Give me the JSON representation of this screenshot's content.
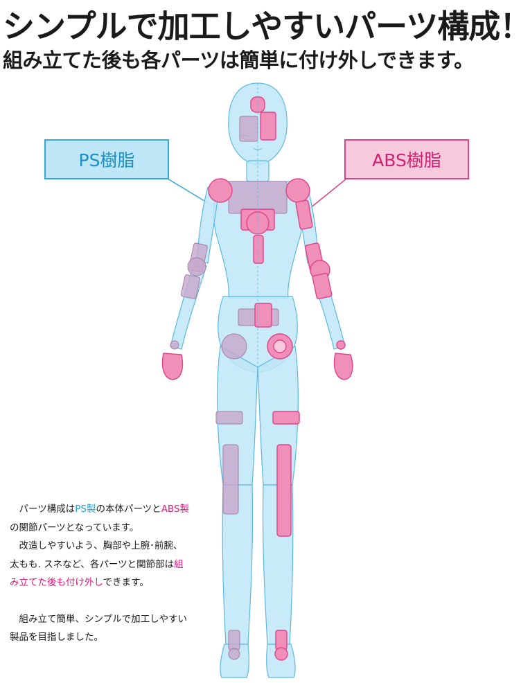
{
  "heading": {
    "title": "シンプルで加工しやすいパーツ構成！",
    "subtitle": "組み立てた後も各パーツは簡単に付け外しできます。"
  },
  "labels": {
    "ps": "PS樹脂",
    "abs": "ABS樹脂"
  },
  "colors": {
    "ps_fill": "#bfe6f7",
    "ps_stroke": "#35a9d8",
    "abs_fill": "#f090b8",
    "abs_stroke": "#e0428a",
    "joint_gray": "#c8a8cc"
  },
  "description": {
    "p1_a": "パーツ構成は",
    "p1_ps": "PS製",
    "p1_b": "の本体パーツと",
    "p1_abs": "ABS製",
    "p1_c": "の関節パーツとなっています。",
    "p2_a": "改造しやすいよう、胸部や上腕･前腕、太もも. スネなど、各パーツと関節部は",
    "p2_hl": "組み立てた後も付け外し",
    "p2_b": "できます。",
    "p3": "組み立て簡単、シンプルで加工しやすい製品を目指しました。"
  }
}
